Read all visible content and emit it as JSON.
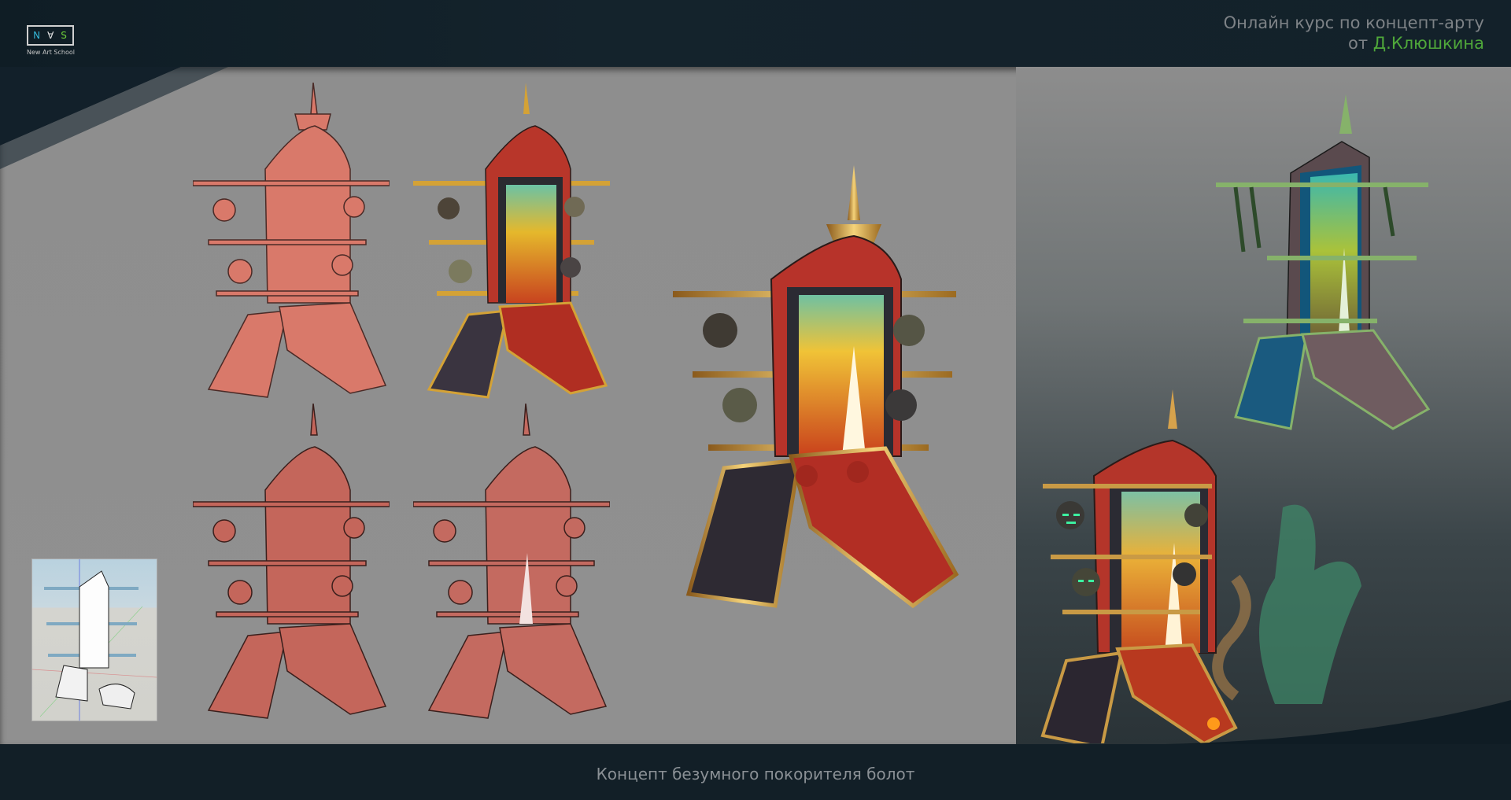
{
  "header": {
    "logo": {
      "letters": [
        "N",
        "∀",
        "S"
      ],
      "caption": "New Art School",
      "colors": {
        "n": "#35b8d8",
        "v": "#e8e8e8",
        "s": "#6ecf3a"
      }
    },
    "title_line1": "Онлайн курс по концепт-арту",
    "title_line2_prefix": "от",
    "title_author": "Д.Клюшкина",
    "author_color": "#4fa83a"
  },
  "canvas": {
    "background": "#8f8f8f",
    "artworks": [
      {
        "id": "flat-color-sketch",
        "description": "flat salmon silhouette with lineart"
      },
      {
        "id": "color-flats",
        "description": "colored flats: red/gold/black boot with flame panel"
      },
      {
        "id": "shading-sketch",
        "description": "salmon shaded render"
      },
      {
        "id": "shading-highlights",
        "description": "salmon render with highlights"
      },
      {
        "id": "3d-blockout",
        "description": "white 3D blockout thumbnail"
      },
      {
        "id": "final-render",
        "description": "final red-gold rendering with hanging heads"
      },
      {
        "id": "swamp-variant",
        "description": "green/blue swamp-overgrown variant"
      },
      {
        "id": "night-variant",
        "description": "dark backdrop variant with glowing green eyes and ghost spirit"
      }
    ]
  },
  "footer": {
    "caption": "Концепт безумного покорителя болот"
  }
}
